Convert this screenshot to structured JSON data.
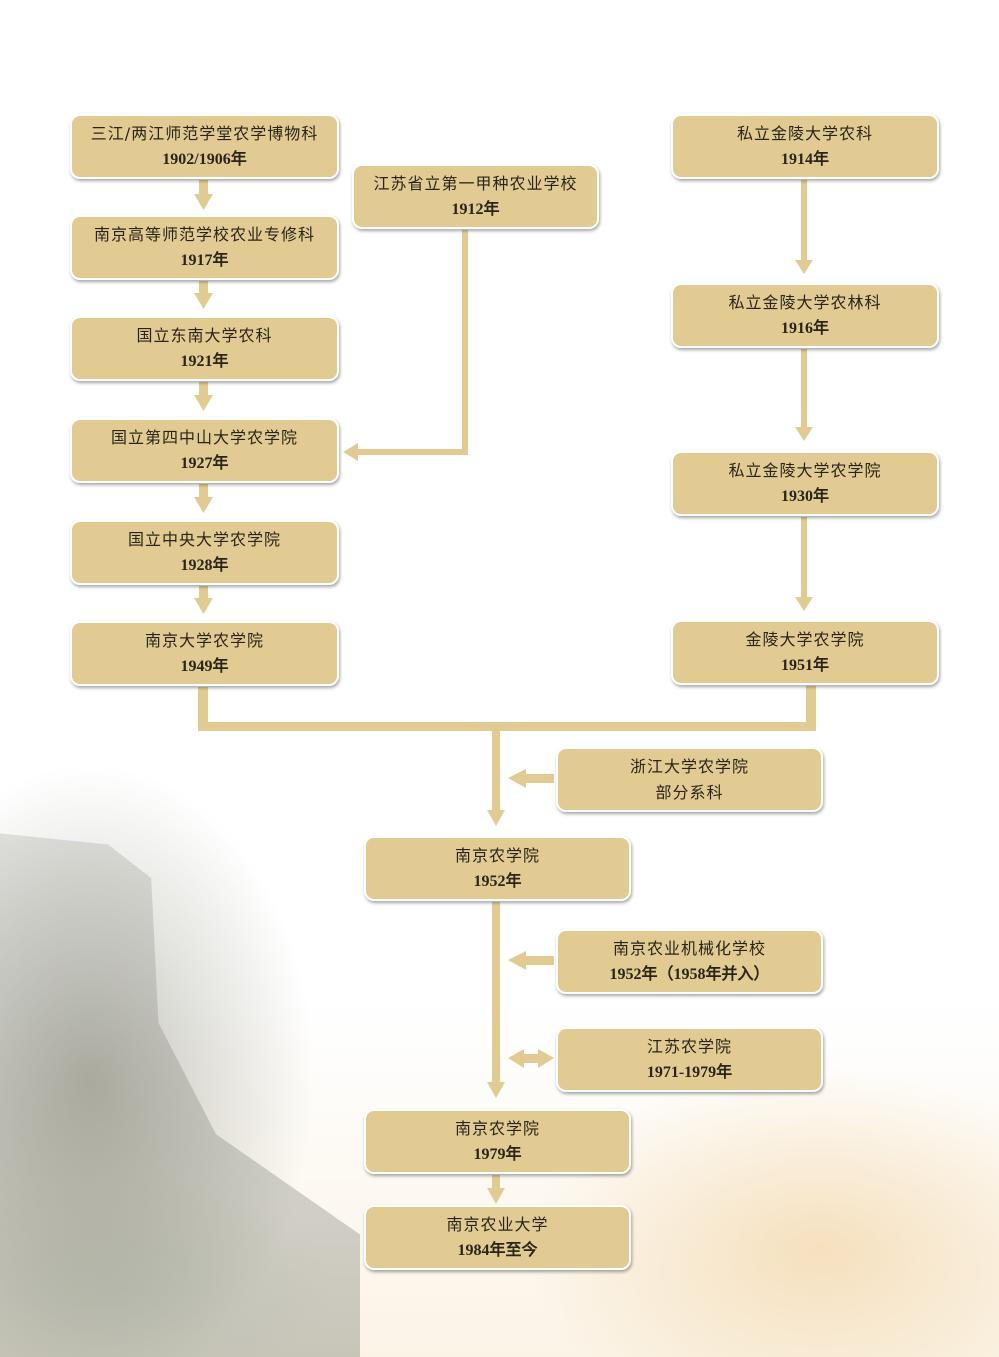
{
  "colors": {
    "box": "#e2cb93",
    "line": "#e2cb93"
  },
  "left": [
    {
      "name": "三江/两江师范学堂农学博物科",
      "year": "1902/1906年"
    },
    {
      "name": "南京高等师范学校农业专修科",
      "year": "1917年"
    },
    {
      "name": "国立东南大学农科",
      "year": "1921年"
    },
    {
      "name": "国立第四中山大学农学院",
      "year": "1927年"
    },
    {
      "name": "国立中央大学农学院",
      "year": "1928年"
    },
    {
      "name": "南京大学农学院",
      "year": "1949年"
    }
  ],
  "middle": {
    "name": "江苏省立第一甲种农业学校",
    "year": "1912年"
  },
  "right": [
    {
      "name": "私立金陵大学农科",
      "year": "1914年"
    },
    {
      "name": "私立金陵大学农林科",
      "year": "1916年"
    },
    {
      "name": "私立金陵大学农学院",
      "year": "1930年"
    },
    {
      "name": "金陵大学农学院",
      "year": "1951年"
    }
  ],
  "center": [
    {
      "name": "南京农学院",
      "year": "1952年"
    },
    {
      "name": "南京农学院",
      "year": "1979年"
    },
    {
      "name": "南京农业大学",
      "year": "1984年至今"
    }
  ],
  "side": [
    {
      "name": "浙江大学农学院",
      "year": "部分系科"
    },
    {
      "name": "南京农业机械化学校",
      "year": "1952年（1958年并入）"
    },
    {
      "name": "江苏农学院",
      "year": "1971-1979年"
    }
  ]
}
